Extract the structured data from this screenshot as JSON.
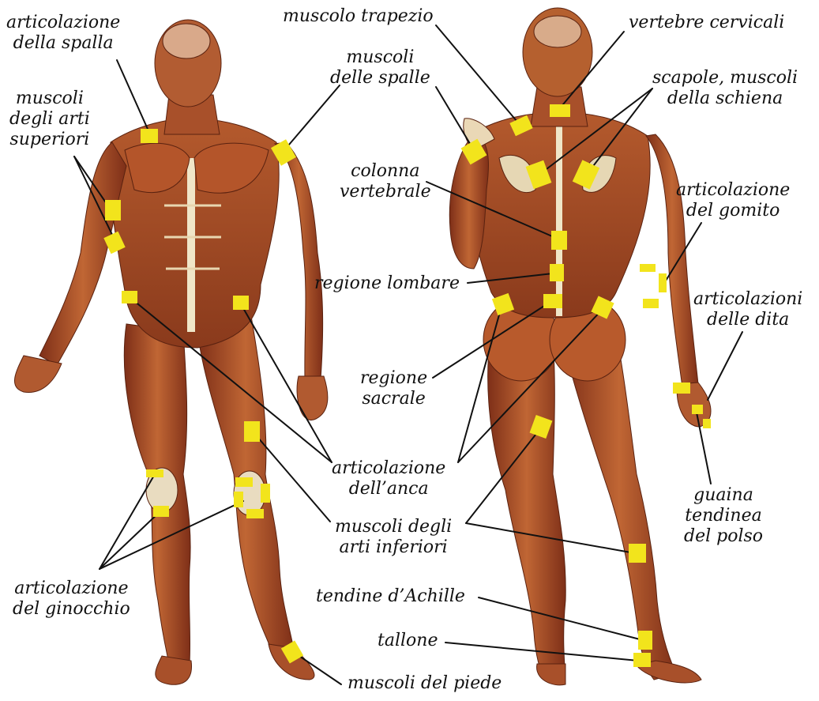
{
  "colors": {
    "marker": "#f2e41c",
    "muscle_dark": "#8e3a1f",
    "muscle_mid": "#b2562c",
    "muscle_light": "#cf7c4a",
    "tendon": "#efe3c2",
    "line": "#111111"
  },
  "labels": {
    "shoulder_joint": [
      "articolazione",
      "della spalla"
    ],
    "upper_limb_muscles": [
      "muscoli",
      "degli arti",
      "superiori"
    ],
    "shoulder_muscles": [
      "muscoli",
      "delle spalle"
    ],
    "trapezius": [
      "muscolo trapezio"
    ],
    "cervical": [
      "vertebre cervicali"
    ],
    "scapulae": [
      "scapole, muscoli",
      "della schiena"
    ],
    "spine": [
      "colonna",
      "vertebrale"
    ],
    "elbow": [
      "articolazione",
      "del gomito"
    ],
    "lumbar": [
      "regione lombare"
    ],
    "fingers": [
      "articolazioni",
      "delle dita"
    ],
    "sacral": [
      "regione",
      "sacrale"
    ],
    "hip": [
      "articolazione",
      "dell’anca"
    ],
    "wrist_sheath": [
      "guaina",
      "tendinea",
      "del polso"
    ],
    "lower_limb_muscles": [
      "muscoli degli",
      "arti inferiori"
    ],
    "knee": [
      "articolazione",
      "del ginocchio"
    ],
    "achilles": [
      "tendine d’Achille"
    ],
    "heel": [
      "tallone"
    ],
    "foot_muscles": [
      "muscoli del piede"
    ]
  }
}
